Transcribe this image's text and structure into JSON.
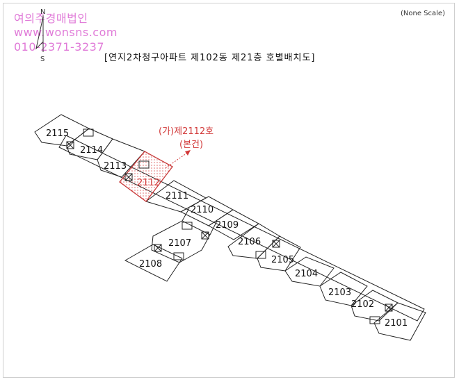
{
  "watermark": {
    "line1": "여의주경매법인",
    "line2": "www.wonsns.com",
    "line3": "010-2371-3237"
  },
  "scale_note": "(None Scale)",
  "title": "[연지2차청구아파트 제102동 제21층 호별배치도]",
  "compass": {
    "south": "S",
    "north": "N"
  },
  "annotation": {
    "line1": "(가)제2112호",
    "line2": "(본건)"
  },
  "units": {
    "u2115": "2115",
    "u2114": "2114",
    "u2113": "2113",
    "u2112": "2112",
    "u2111": "2111",
    "u2110": "2110",
    "u2109": "2109",
    "u2106": "2106",
    "u2105": "2105",
    "u2104": "2104",
    "u2103": "2103",
    "u2102": "2102",
    "u2101": "2101",
    "u2107": "2107",
    "u2108": "2108"
  },
  "colors": {
    "highlight": "#d23a3a",
    "watermark": "#e07bd8"
  }
}
